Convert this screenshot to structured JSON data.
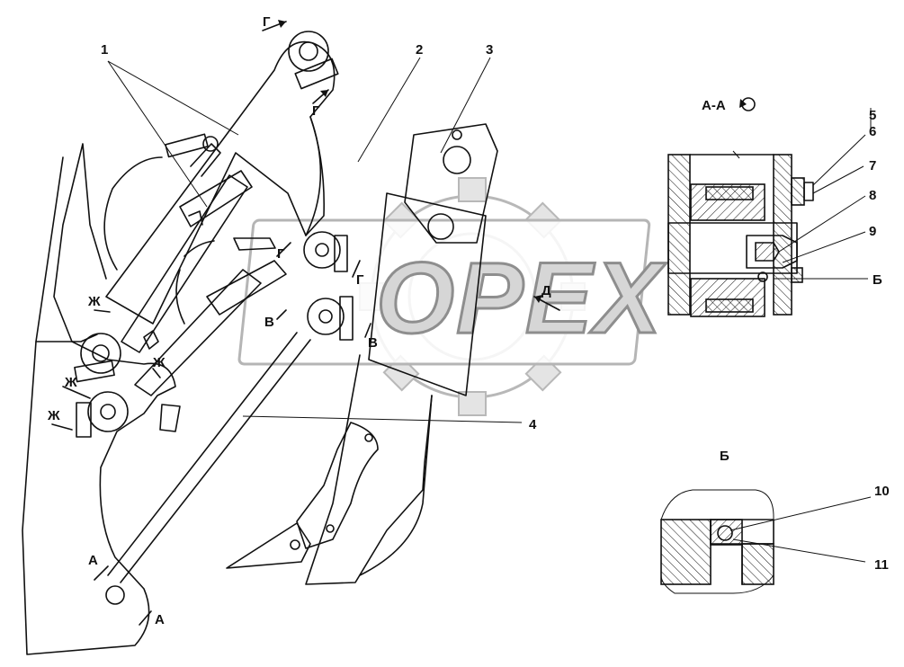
{
  "watermark": {
    "text": "OPEX"
  },
  "callouts": {
    "c1": "1",
    "c2": "2",
    "c3": "3",
    "c4": "4",
    "c5": "5",
    "c6": "6",
    "c7": "7",
    "c8": "8",
    "c9": "9",
    "c10": "10",
    "c11": "11",
    "cB": "Б"
  },
  "section_labels": {
    "aa": "А-А",
    "b": "Б"
  },
  "view_markers": {
    "g": "Г",
    "v": "В",
    "zh": "Ж",
    "a": "А",
    "d": "Д"
  }
}
